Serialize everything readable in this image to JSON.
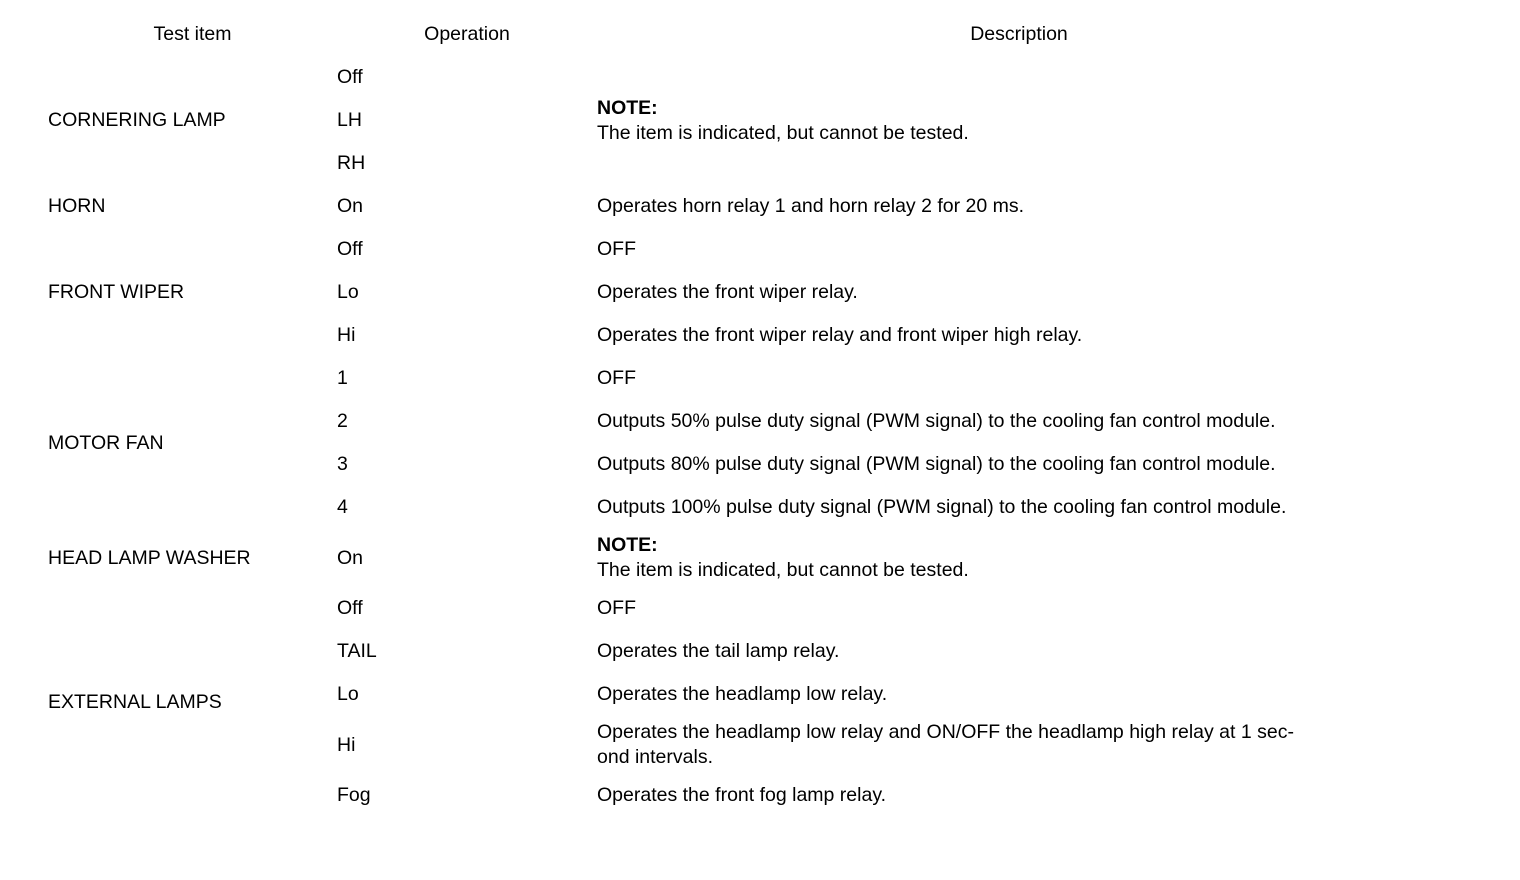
{
  "table": {
    "columns": [
      {
        "key": "test_item",
        "label": "Test item"
      },
      {
        "key": "operation",
        "label": "Operation"
      },
      {
        "key": "description",
        "label": "Description"
      }
    ],
    "note_label": "NOTE:",
    "note_body": "The item is indicated, but cannot be tested.",
    "groups": [
      {
        "test_item": "CORNERING LAMP",
        "operations": [
          "Off",
          "LH",
          "RH"
        ],
        "description_mode": "merged-note",
        "description_note_label": "NOTE:",
        "description_note_body": "The item is indicated, but cannot be tested."
      },
      {
        "test_item": "HORN",
        "operations": [
          "On"
        ],
        "description_mode": "per-operation",
        "descriptions": [
          "Operates horn relay 1 and horn relay 2 for 20 ms."
        ]
      },
      {
        "test_item": "FRONT WIPER",
        "operations": [
          "Off",
          "Lo",
          "Hi"
        ],
        "description_mode": "per-operation",
        "descriptions": [
          "OFF",
          "Operates the front wiper relay.",
          "Operates the front wiper relay and front wiper high relay."
        ]
      },
      {
        "test_item": "MOTOR FAN",
        "operations": [
          "1",
          "2",
          "3",
          "4"
        ],
        "description_mode": "per-operation",
        "descriptions": [
          "OFF",
          "Outputs 50% pulse duty signal (PWM signal) to the cooling fan control module.",
          "Outputs 80% pulse duty signal (PWM signal) to the cooling fan control module.",
          "Outputs 100% pulse duty signal (PWM signal) to the cooling fan control module."
        ]
      },
      {
        "test_item": "HEAD LAMP WASHER",
        "operations": [
          "On"
        ],
        "description_mode": "merged-note",
        "description_note_label": "NOTE:",
        "description_note_body": "The item is indicated, but cannot be tested."
      },
      {
        "test_item": "EXTERNAL LAMPS",
        "operations": [
          "Off",
          "TAIL",
          "Lo",
          "Hi",
          "Fog"
        ],
        "description_mode": "per-operation",
        "descriptions": [
          "OFF",
          "Operates the tail lamp relay.",
          "Operates the headlamp low relay.",
          "Operates the headlamp low relay and ON/OFF the headlamp high relay at 1 second intervals.",
          "Operates the front fog lamp relay."
        ],
        "wrapped_description_lines": {
          "3": [
            "Operates the headlamp low relay and ON/OFF the headlamp high relay at 1 sec-",
            "ond intervals."
          ]
        }
      }
    ]
  }
}
